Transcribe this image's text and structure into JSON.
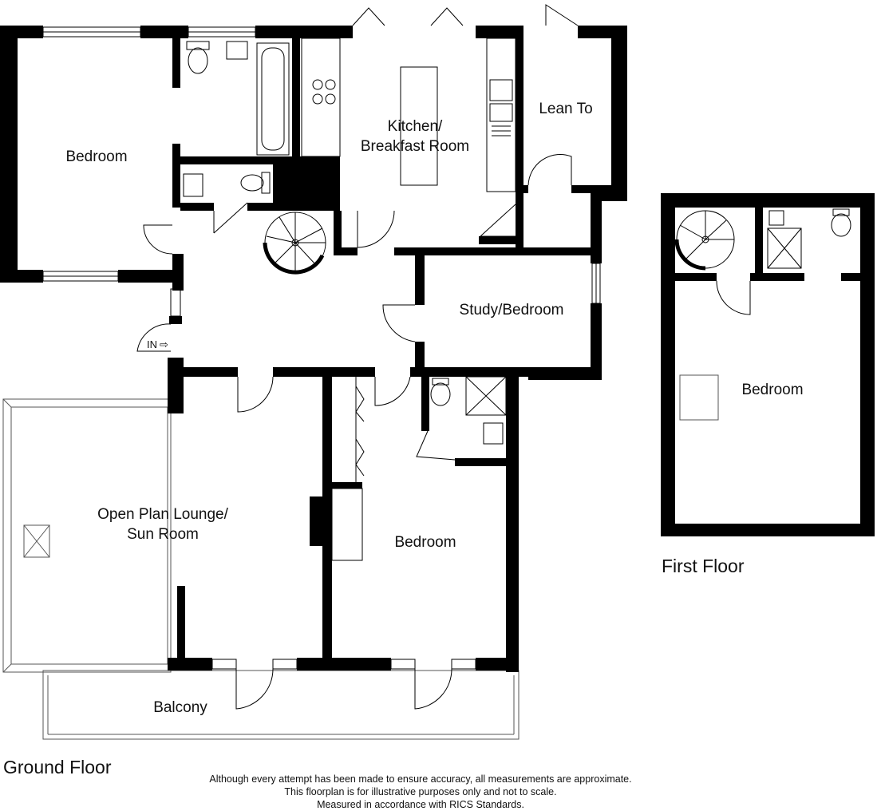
{
  "rooms": {
    "bedroom_nw": "Bedroom",
    "kitchen_line1": "Kitchen/",
    "kitchen_line2": "Breakfast Room",
    "lean_to": "Lean To",
    "study": "Study/Bedroom",
    "lounge_line1": "Open Plan Lounge/",
    "lounge_line2": "Sun Room",
    "bedroom_s": "Bedroom",
    "balcony": "Balcony",
    "bedroom_first": "Bedroom"
  },
  "entrance": {
    "label": "IN",
    "arrow": "⇨"
  },
  "floors": {
    "ground": "Ground Floor",
    "first": "First Floor"
  },
  "disclaimer": {
    "line1": "Although every attempt has been made to ensure accuracy, all measurements are approximate.",
    "line2": "This floorplan is for illustrative purposes only and not to scale.",
    "line3": "Measured in accordance with RICS Standards."
  }
}
